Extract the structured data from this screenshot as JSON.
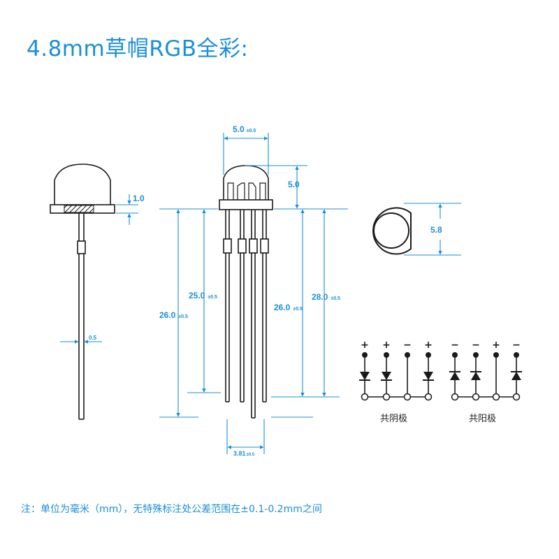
{
  "title": "4.8mm草帽RGB全彩:",
  "note": "注：单位为毫米（mm），无特殊标注处公差范围在±0.1-0.2mm之间",
  "colors": {
    "dimension": "#1a8fd8",
    "outline": "#1a1a1a"
  },
  "dimensions": {
    "body_width": "5.0",
    "body_width_tol": "±0.5",
    "dome_height": "5.0",
    "flange_height": "1.0",
    "lead_width": "0.5",
    "lead_length_left": "26.0",
    "lead_length_left_tol": "±0.5",
    "lead_length_short": "25.0",
    "lead_length_short_tol": "±0.5",
    "lead_length_right": "26.0",
    "lead_length_right_tol": "±0.5",
    "lead_length_long": "28.0",
    "lead_length_long_tol": "±0.5",
    "top_diameter": "5.8",
    "pin_spacing": "3.81",
    "pin_spacing_tol": "±0.5"
  },
  "schematics": {
    "common_cathode": {
      "label": "共阴极",
      "signs": [
        "+",
        "+",
        "−",
        "+"
      ]
    },
    "common_anode": {
      "label": "共阳极",
      "signs": [
        "−",
        "−",
        "+",
        "−"
      ]
    }
  }
}
